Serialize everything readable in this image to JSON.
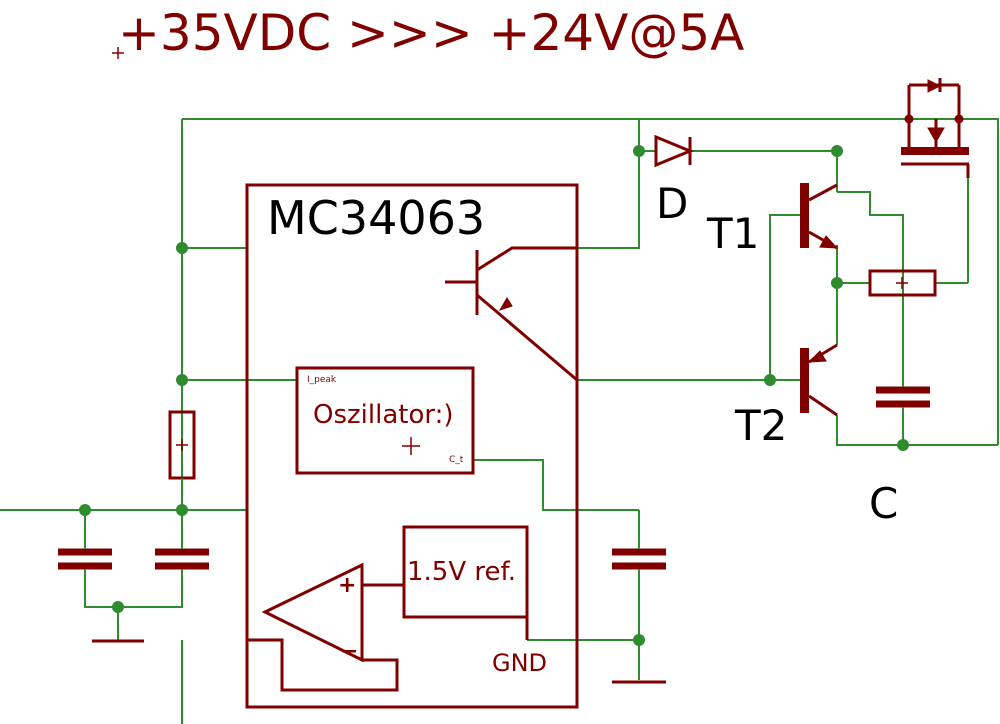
{
  "title": "+35VDC >>> +24V@5A",
  "ic": {
    "name": "MC34063",
    "oscillator_label": "Oszillator:)",
    "ipeak_label": "I_peak",
    "ct_label": "C_t",
    "ref_label": "1.5V ref.",
    "gnd_label": "GND"
  },
  "components": {
    "diode": "D",
    "transistor_1": "T1",
    "transistor_2": "T2",
    "capacitor": "C"
  },
  "colors": {
    "wire": "#2e8b2e",
    "component": "#800000",
    "junction": "#2e8b2e",
    "label": "#000000"
  }
}
